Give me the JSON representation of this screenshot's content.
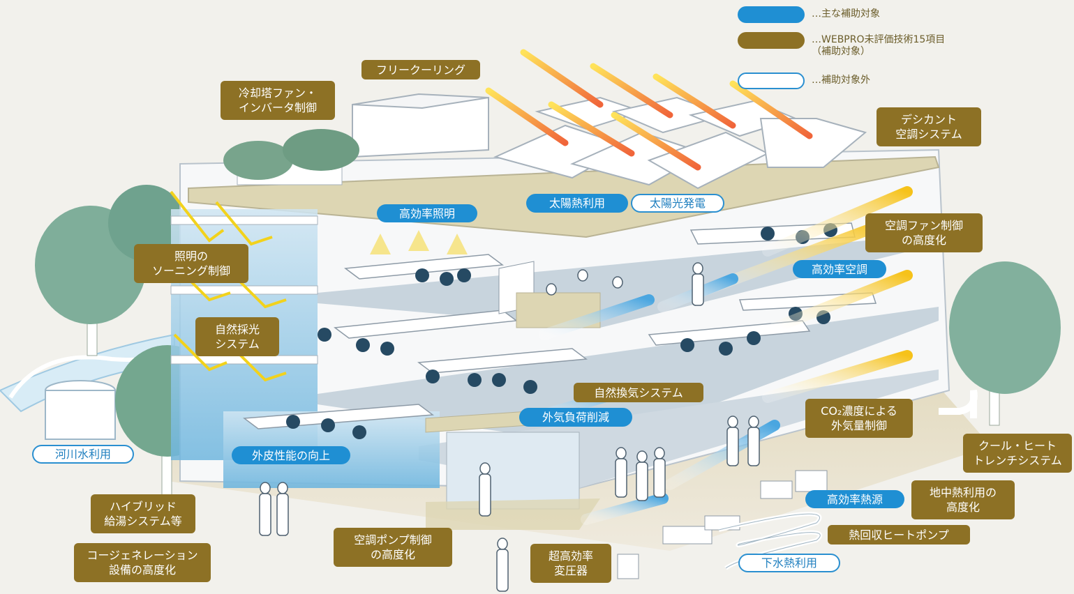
{
  "legend": [
    {
      "kind": "blue",
      "text": "…主な補助対象"
    },
    {
      "kind": "gold",
      "text": "…WEBPRO未評価技術15項目\n（補助対象）"
    },
    {
      "kind": "outline",
      "text": "…補助対象外"
    }
  ],
  "labels": {
    "free_cooling": "フリークーリング",
    "cooling_tower_fan": "冷却塔ファン・\nインバータ制御",
    "desiccant": "デシカント\n空調システム",
    "solar_heat": "太陽熱利用",
    "solar_power": "太陽光発電",
    "high_eff_lighting": "高効率照明",
    "ac_fan_control": "空調ファン制御\nの高度化",
    "lighting_zoning": "照明の\nソーニング制御",
    "high_eff_ac": "高効率空調",
    "daylight": "自然採光\nシステム",
    "natural_ventilation": "自然換気システム",
    "outdoor_air_load": "外気負荷削減",
    "co2_control": "CO₂濃度による\n外気量制御",
    "river_water": "河川水利用",
    "envelope": "外皮性能の向上",
    "cool_heat_trench": "クール・ヒート\nトレンチシステム",
    "hybrid_hot_water": "ハイブリッド\n給湯システム等",
    "high_eff_heat_source": "高効率熱源",
    "geothermal": "地中熱利用の\n高度化",
    "ac_pump_control": "空調ポンプ制御\nの高度化",
    "heat_recovery_pump": "熱回収ヒートポンプ",
    "cogeneration": "コージェネレーション\n設備の高度化",
    "super_transformer": "超高効率\n変圧器",
    "sewage_heat": "下水熱利用"
  },
  "colors": {
    "main_subsidy": "#1f8fd3",
    "webpro_unevaluated": "#8d7125",
    "not_subsidized": "#ffffff",
    "background": "#f2f1ec"
  }
}
